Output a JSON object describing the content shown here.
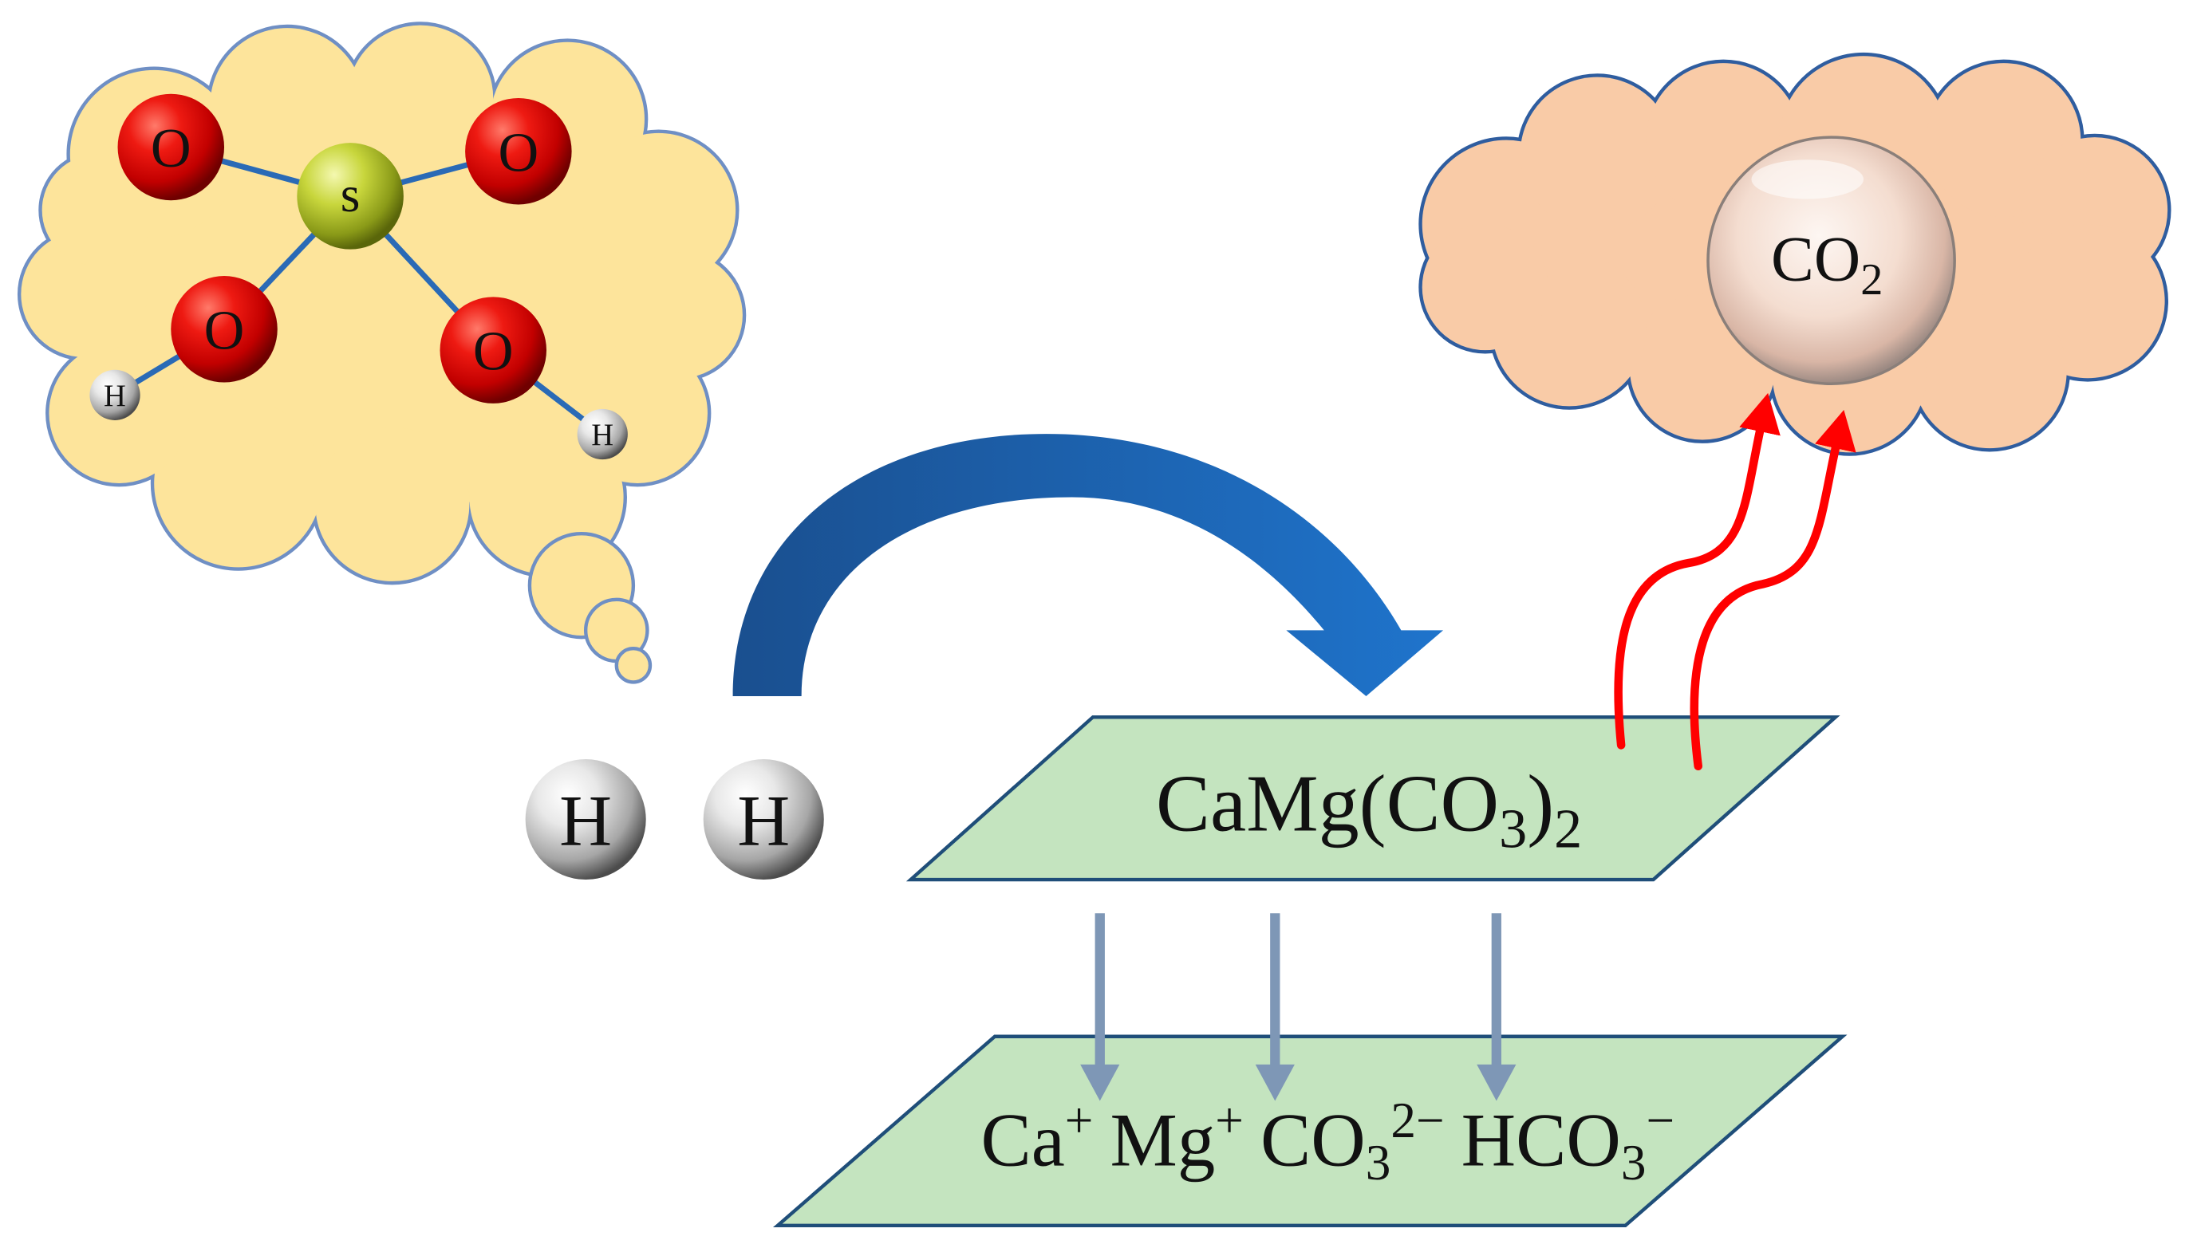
{
  "molecule": {
    "sulfur": "s",
    "oxygens": [
      "O",
      "O",
      "O",
      "O"
    ],
    "hydrogens": [
      "H",
      "H"
    ]
  },
  "free_hydrogen": [
    "H",
    "H"
  ],
  "gas": {
    "formula": "CO",
    "subscript": "2"
  },
  "mineral": {
    "formula": "CaMg(CO",
    "subscript": "3",
    "close": ")",
    "subscript_outer": "2"
  },
  "ions": [
    {
      "symbol": "Ca",
      "charge": "+"
    },
    {
      "symbol": "Mg",
      "charge": "+"
    },
    {
      "symbol": "CO",
      "subscript": "3",
      "charge": "2−"
    },
    {
      "symbol": "HCO",
      "subscript": "3",
      "charge": "−"
    }
  ],
  "colors": {
    "thought_cloud": "#fde49b",
    "gas_cloud": "#f9cba7",
    "mineral_layer": "#c4e4bf",
    "layer_border": "#1f4e79",
    "transfer_arrow": "#1e66b4",
    "release_arrow": "#ff0000",
    "dissolution_arrow": "#7e97b6",
    "bond": "#2a6ab6"
  }
}
